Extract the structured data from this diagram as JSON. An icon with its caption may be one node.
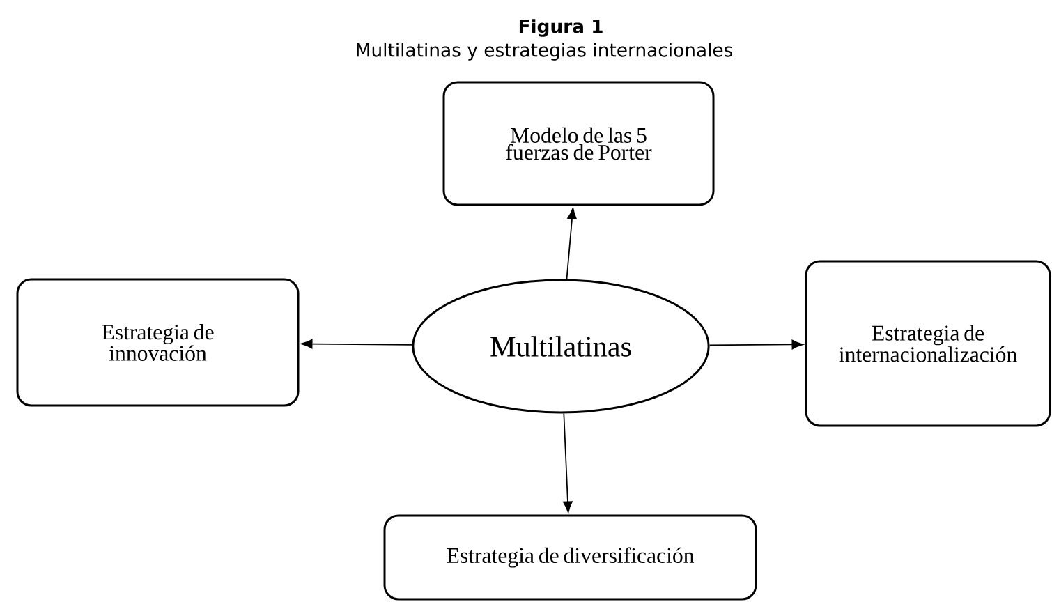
{
  "diagram": {
    "title": "Figura 1",
    "caption": "Multilatinas y estrategias internacionales",
    "nodes": [
      {
        "text": [
          "Modelo de las 5 fuerzas de Porter"
        ]
      },
      {
        "text": [
          "Estrategia de innovación"
        ]
      },
      {
        "text": [
          "Multilatinas"
        ]
      },
      {
        "text": [
          "Estrategia de internacionalización"
        ]
      },
      {
        "text": [
          "Estrategia de diversificación"
        ]
      }
    ],
    "edges": [
      {
        "from": 2,
        "to": 0,
        "arrow": "to"
      },
      {
        "from": 2,
        "to": 1,
        "arrow": "to"
      },
      {
        "from": 2,
        "to": 3,
        "arrow": "to"
      },
      {
        "from": 2,
        "to": 4,
        "arrow": "to"
      }
    ]
  }
}
